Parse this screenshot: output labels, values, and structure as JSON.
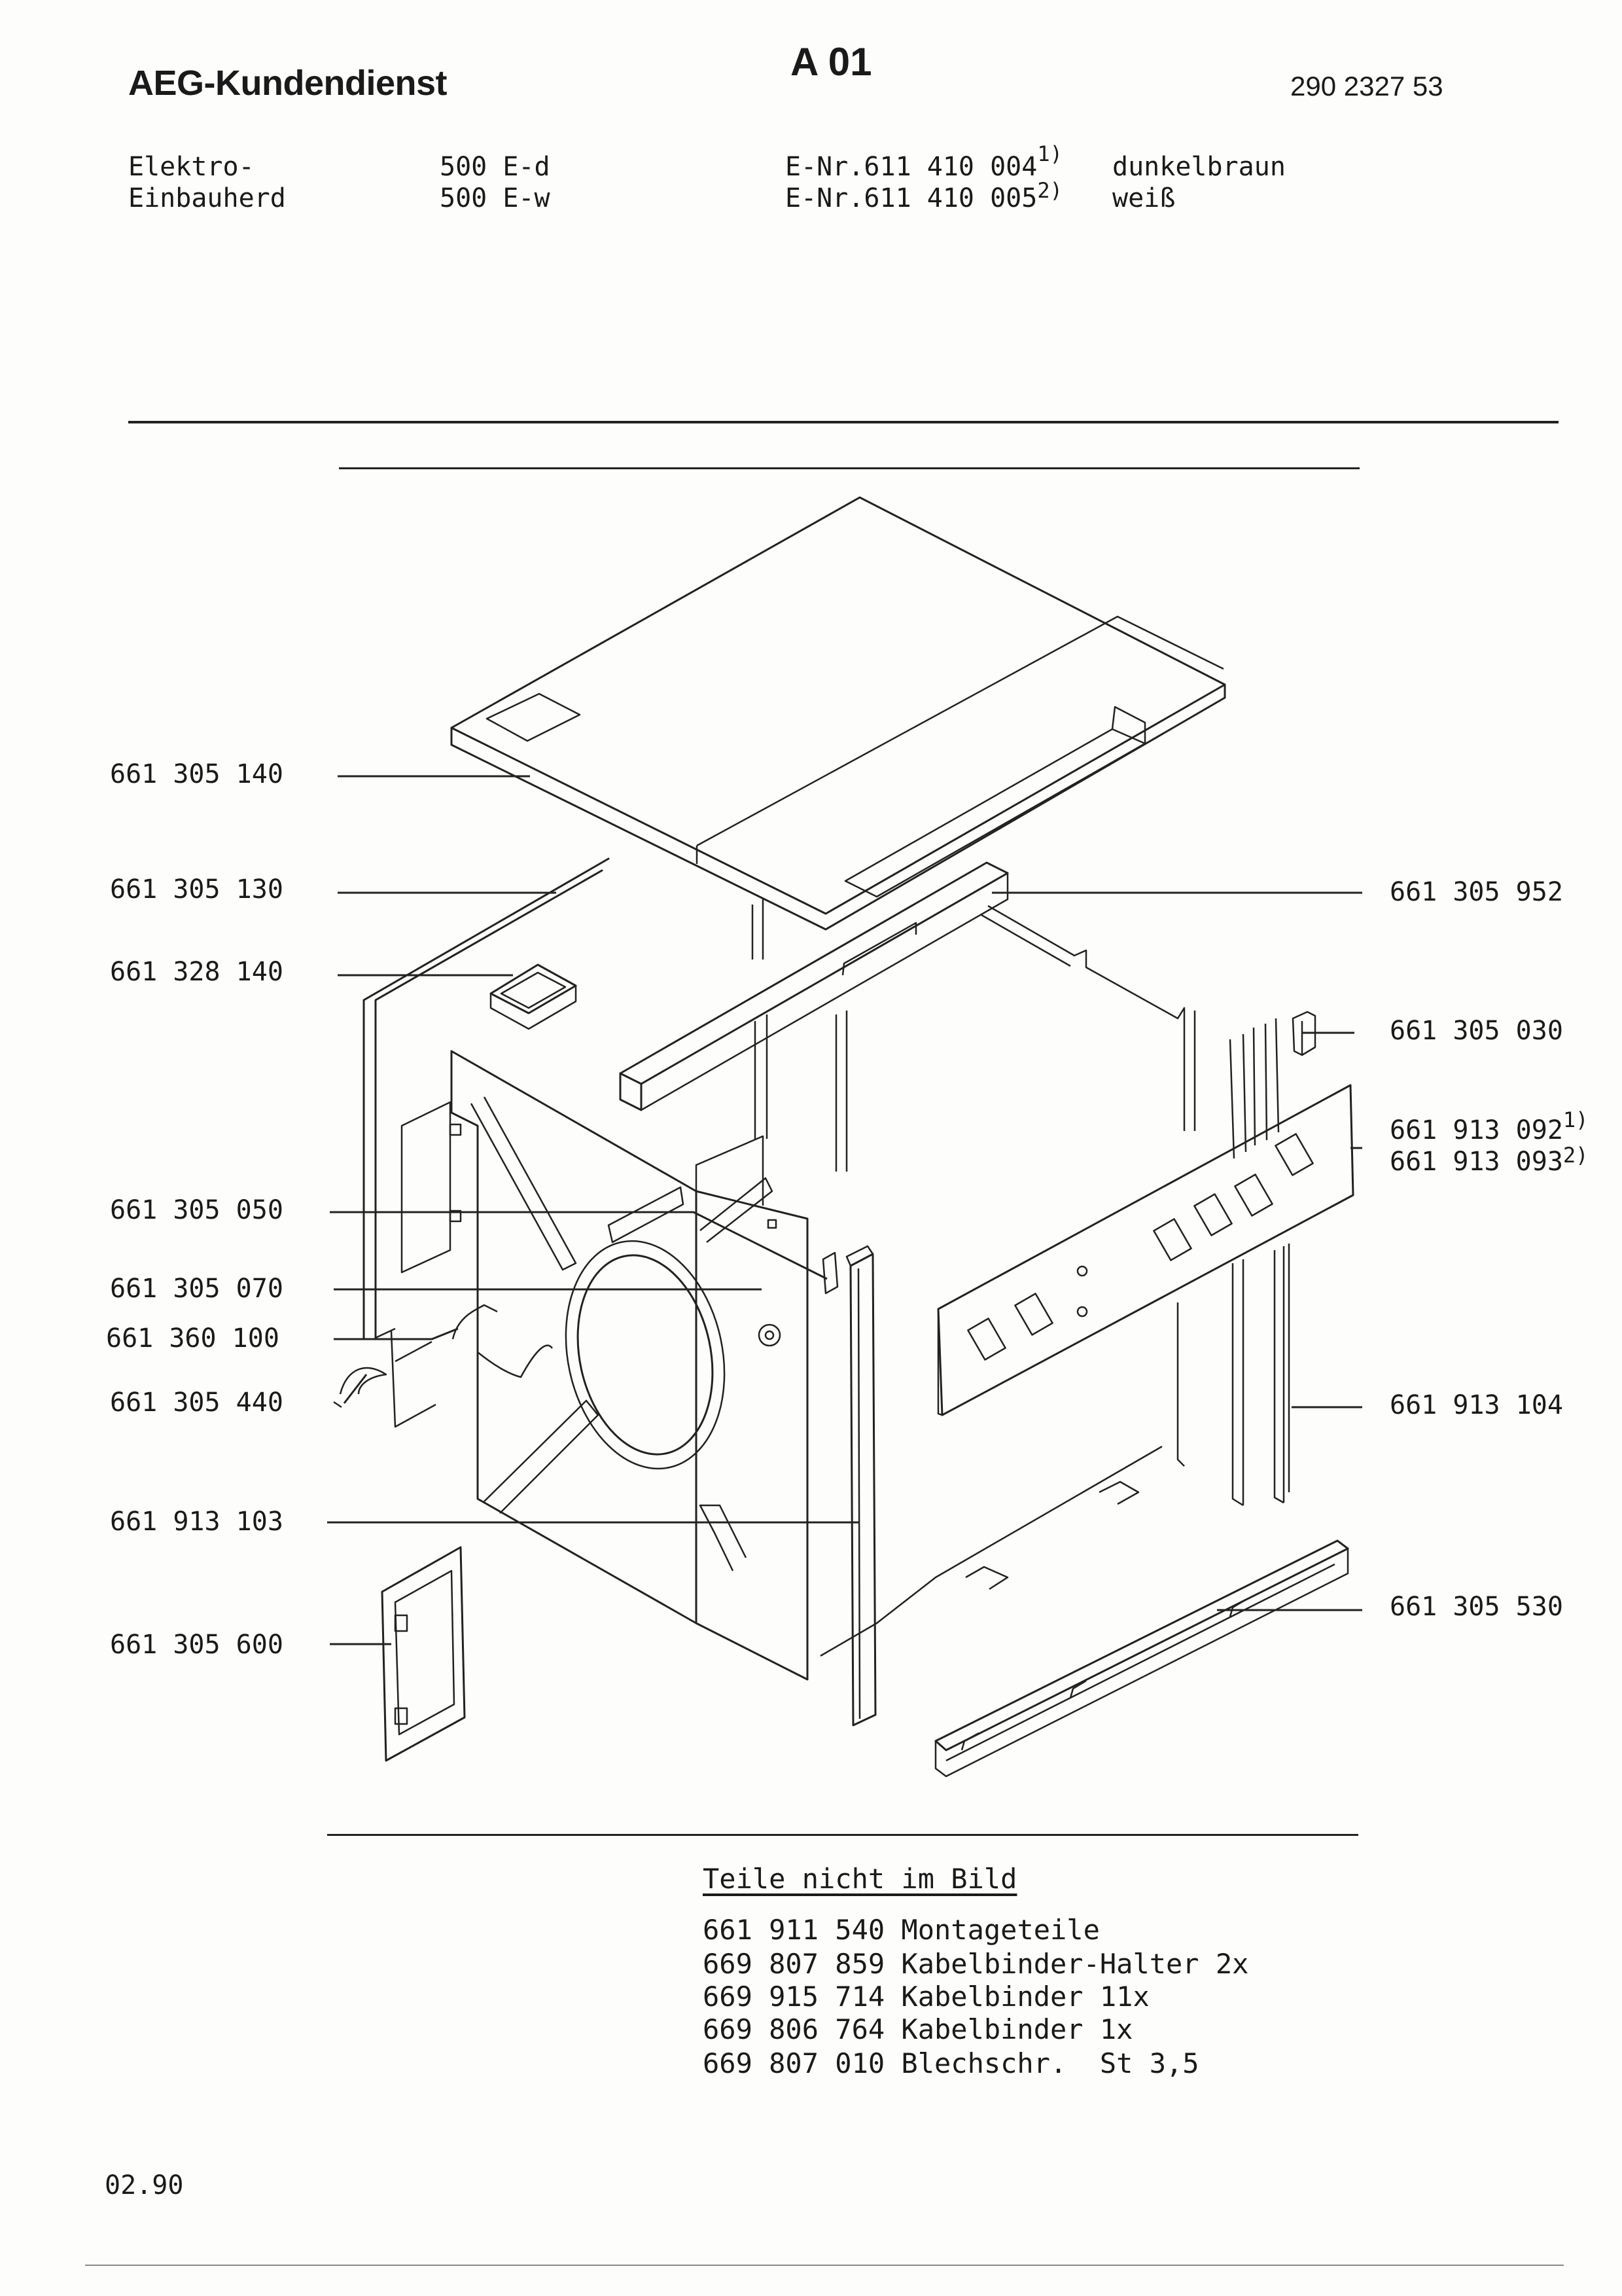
{
  "header": {
    "brand": "AEG-Kundendienst",
    "page_code": "A 01",
    "doc_number": "290 2327 53"
  },
  "product": {
    "type_line1": "Elektro-",
    "type_line2": "Einbauherd",
    "models": [
      "500 E-d",
      "500 E-w"
    ],
    "enr": [
      {
        "text": "E-Nr.611 410 004",
        "sup": "1)",
        "color": "dunkelbraun"
      },
      {
        "text": "E-Nr.611 410 005",
        "sup": "2)",
        "color": "weiß"
      }
    ]
  },
  "parts_left": [
    {
      "label": "661 305 140"
    },
    {
      "label": "661 305 130"
    },
    {
      "label": "661 328 140"
    },
    {
      "label": "661 305 050"
    },
    {
      "label": "661 305 070"
    },
    {
      "label": "661 360 100"
    },
    {
      "label": "661 305 440"
    },
    {
      "label": "661 913 103"
    },
    {
      "label": "661 305 600"
    }
  ],
  "parts_right": [
    {
      "label": "661 305 952",
      "sup": ""
    },
    {
      "label": "661 305 030",
      "sup": ""
    },
    {
      "label": "661 913 092",
      "sup": "1)"
    },
    {
      "label": "661 913 093",
      "sup": "2)"
    },
    {
      "label": "661 913 104",
      "sup": ""
    },
    {
      "label": "661 305 530",
      "sup": ""
    }
  ],
  "not_shown": {
    "title": "Teile nicht im Bild",
    "items": [
      "661 911 540 Montageteile",
      "669 807 859 Kabelbinder-Halter 2x",
      "669 915 714 Kabelbinder 11x",
      "669 806 764 Kabelbinder 1x",
      "669 807 010 Blechschr.  St 3,5"
    ]
  },
  "footer": {
    "date": "02.90"
  }
}
